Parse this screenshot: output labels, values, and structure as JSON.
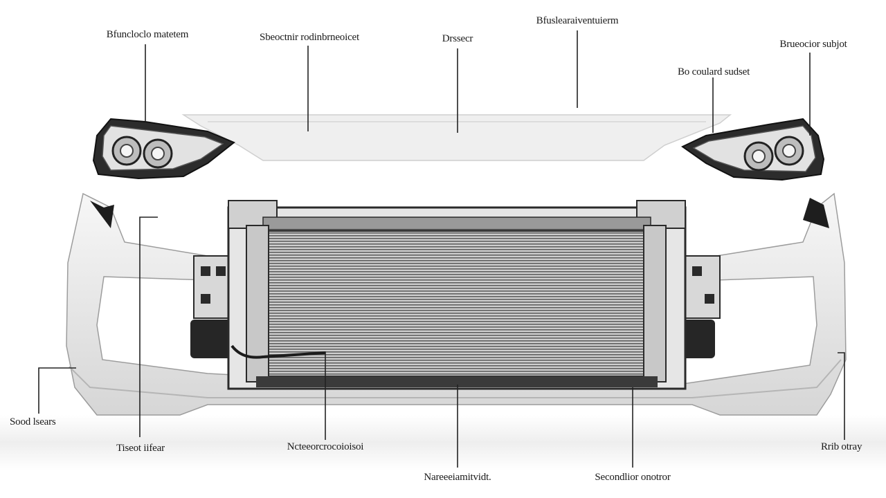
{
  "labels": {
    "headlight_left": "Bfuncloclo matetem",
    "upper_rail_left": "Sbeoctnir rodinbrneoicet",
    "upper_center": "Drssecr",
    "upper_right": "Bfuslearaiventuierm",
    "headlight_bracket_right": "Bo coulard sudset",
    "headlight_right": "Brueocior subjot",
    "bumper_left": "Sood lsears",
    "lower_left": "Tiseot iifear",
    "radiator_hose": "Ncteeorcrocoioisoi",
    "radiator_bottom": "Nareeeiamitvidt.",
    "condenser_bottom": "Secondlior onotror",
    "bumper_right": "Rrib otray"
  },
  "colors": {
    "background": "#ffffff",
    "bumper": "#e9e9e9",
    "radiator_core": "#8c8c8c",
    "frame": "#2a2a2a",
    "leader_line": "#222222"
  }
}
